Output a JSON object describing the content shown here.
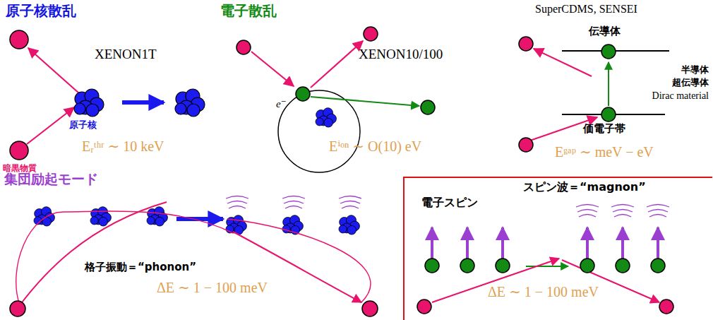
{
  "diagram": {
    "nodes": [
      {
        "text": [
          "電子スピン",
          "スピン波＝“magnon”",
          "ΔE ∼ 1 − 100 meV"
        ]
      }
    ],
    "labels": [
      "原子核散乱",
      "XENON1T",
      "原子核",
      "暗黒物質",
      "Eᵣᵗʰʳ ∼ 10 keV",
      "電子散乱",
      "e⁻",
      "XENON10/100",
      "Eⁱᵒⁿ ∼ O(10) eV",
      "SuperCDMS, SENSEI",
      "伝導体",
      "半導体",
      "超伝導体",
      "Dirac material",
      "価電子帯",
      "Eᵍᵃᵖ ∼ meV − eV",
      "集団励起モード",
      "格子振動＝“phonon”",
      "ΔE ∼ 1 − 100 meV"
    ]
  }
}
